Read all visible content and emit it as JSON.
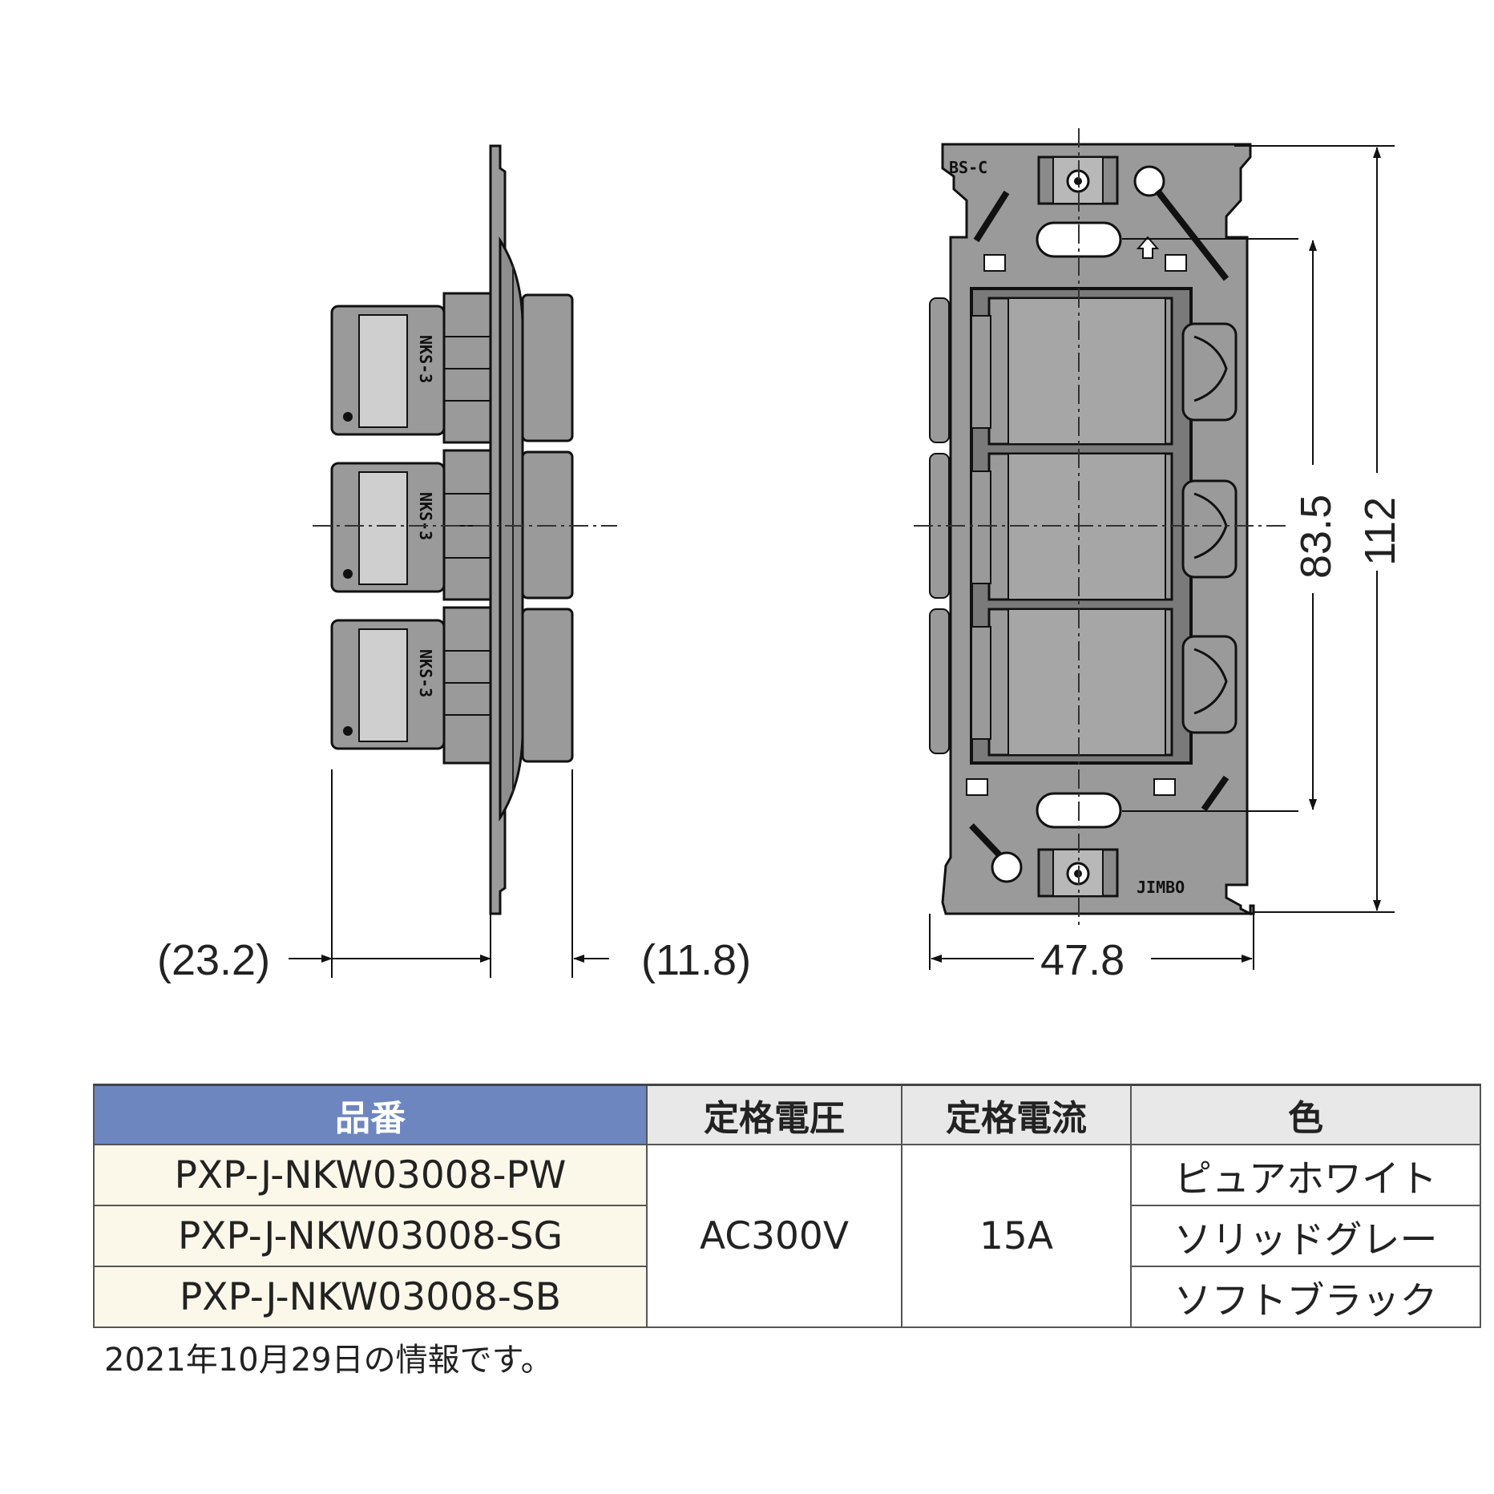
{
  "drawing": {
    "side_view": {
      "module_label": "NKS-3",
      "dim_left": "(23.2)",
      "dim_right": "(11.8)"
    },
    "front_view": {
      "frame_mark": "BS-C",
      "maker_mark": "JIMBO",
      "dim_width": "47.8",
      "dim_mount_pitch": "83.5",
      "dim_height": "112"
    }
  },
  "spec_table": {
    "headers": {
      "part_number": "品番",
      "rated_voltage": "定格電圧",
      "rated_current": "定格電流",
      "color": "色"
    },
    "rows": [
      {
        "part_number": "PXP-J-NKW03008-PW",
        "color": "ピュアホワイト"
      },
      {
        "part_number": "PXP-J-NKW03008-SG",
        "color": "ソリッドグレー"
      },
      {
        "part_number": "PXP-J-NKW03008-SB",
        "color": "ソフトブラック"
      }
    ],
    "rated_voltage": "AC300V",
    "rated_current": "15A",
    "colors": {
      "header_part": "#6d86c0",
      "part_cell": "#fbf8ea",
      "body_gray": "#9a9a9a"
    }
  },
  "footnote": "2021年10月29日の情報です。"
}
